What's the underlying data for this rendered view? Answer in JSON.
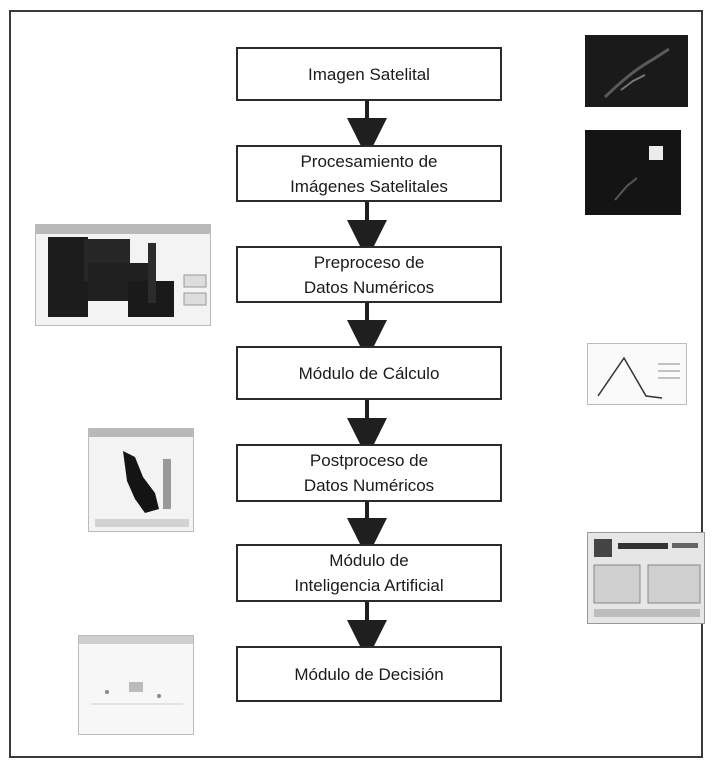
{
  "diagram": {
    "steps": [
      {
        "id": "imagen-satelital",
        "label": "Imagen Satelital"
      },
      {
        "id": "procesamiento",
        "label": "Procesamiento de\nImágenes Satelitales"
      },
      {
        "id": "preproceso",
        "label": "Preproceso de\nDatos Numéricos"
      },
      {
        "id": "modulo-calculo",
        "label": "Módulo de Cálculo"
      },
      {
        "id": "postproceso",
        "label": "Postproceso de\nDatos Numéricos"
      },
      {
        "id": "modulo-ia",
        "label": "Módulo de\nInteligencia Artificial"
      },
      {
        "id": "modulo-decision",
        "label": "Módulo de Decisión"
      }
    ],
    "colors": {
      "box_border": "#2b2b2b",
      "arrow": "#1f1f1f",
      "frame": "#3a3a3a"
    }
  }
}
